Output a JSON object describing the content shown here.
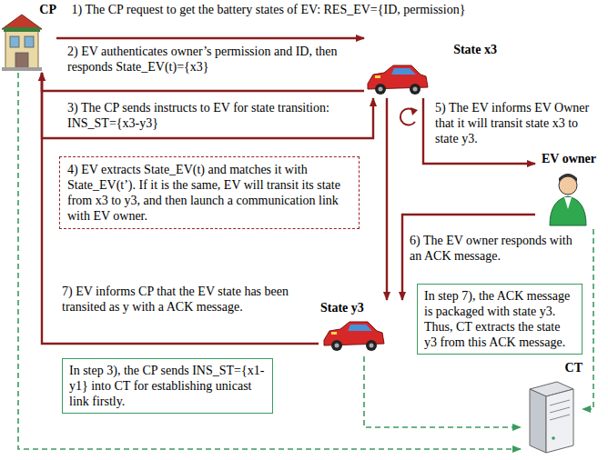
{
  "diagram": {
    "nodes": [
      {
        "text": [
          "CP"
        ]
      },
      {
        "text": [
          "State x3"
        ]
      },
      {
        "text": [
          "4) EV extracts State_EV(t) and matches it with State_EV(t’). If it is the same, EV will transit its state from x3 to y3, and then launch a communication link with EV owner."
        ]
      },
      {
        "text": [
          "EV owner"
        ]
      },
      {
        "text": [
          "State y3"
        ]
      },
      {
        "text": [
          "In step 7), the ACK message is packaged with state y3. Thus, CT extracts the state y3 from this ACK message."
        ]
      },
      {
        "text": [
          "In step 3), the CP sends INS_ST={x1-y1} into CT for establishing unicast link firstly."
        ]
      },
      {
        "text": [
          "CT"
        ]
      }
    ],
    "edges": [
      {
        "from": 0,
        "to": 1,
        "arrow": "to",
        "label": "1) The CP request to get the battery states of EV: RES_EV={ID, permission}"
      },
      {
        "from": 1,
        "to": 0,
        "arrow": "to",
        "label": "2) EV authenticates owner’s permission and ID, then responds State_EV(t)={x3}"
      },
      {
        "from": 0,
        "to": 1,
        "arrow": "to",
        "label": "3) The CP sends instructs to EV for state transition: INS_ST={x3-y3}"
      },
      {
        "from": 1,
        "to": 3,
        "arrow": "to",
        "label": "5) The EV informs EV Owner that it will transit state x3 to state y3."
      },
      {
        "from": 3,
        "to": 4,
        "arrow": "to",
        "label": "6) The EV owner responds with an ACK message."
      },
      {
        "from": 1,
        "to": 4,
        "arrow": "to"
      },
      {
        "from": 4,
        "to": 0,
        "arrow": "to",
        "label": "7) EV informs CP that the EV state has been transited as y with a ACK message."
      },
      {
        "from": 0,
        "to": 7,
        "arrow": "to"
      },
      {
        "from": 4,
        "to": 7,
        "arrow": "to"
      },
      {
        "from": 3,
        "to": 7,
        "arrow": "to"
      }
    ]
  }
}
